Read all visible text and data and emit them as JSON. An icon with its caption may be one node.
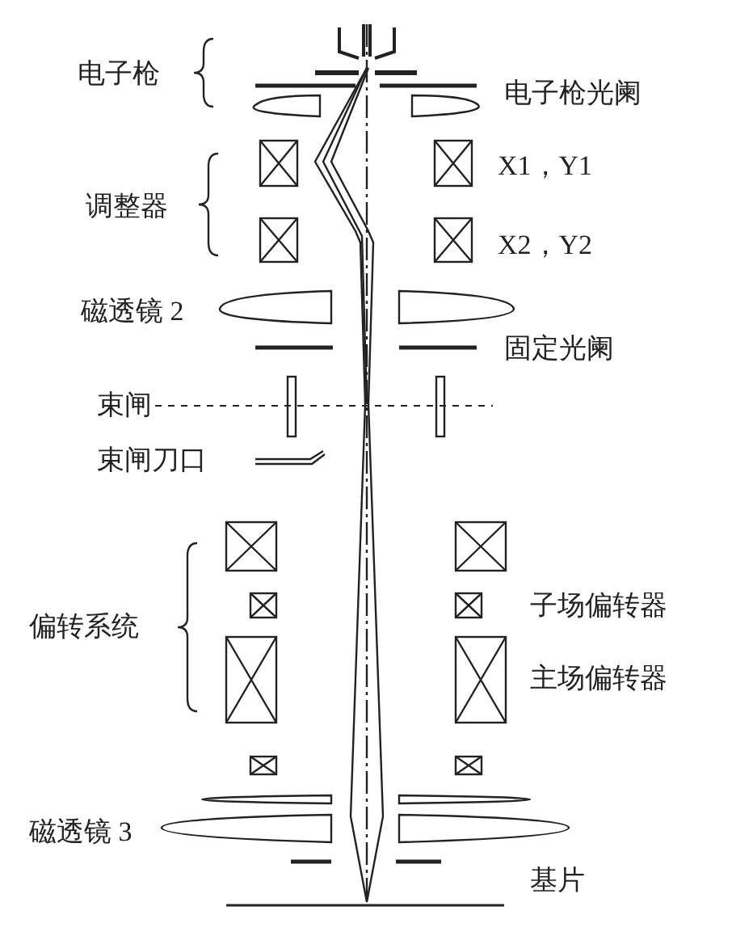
{
  "diagram": {
    "labels": [
      "电子枪",
      "电子枪光阑",
      "X1，Y1",
      "调整器",
      "X2，Y2",
      "磁透镜 2",
      "固定光阑",
      "束闸",
      "束闸刀口",
      "子场偏转器",
      "偏转系统",
      "主场偏转器",
      "磁透镜 3",
      "基片"
    ]
  }
}
